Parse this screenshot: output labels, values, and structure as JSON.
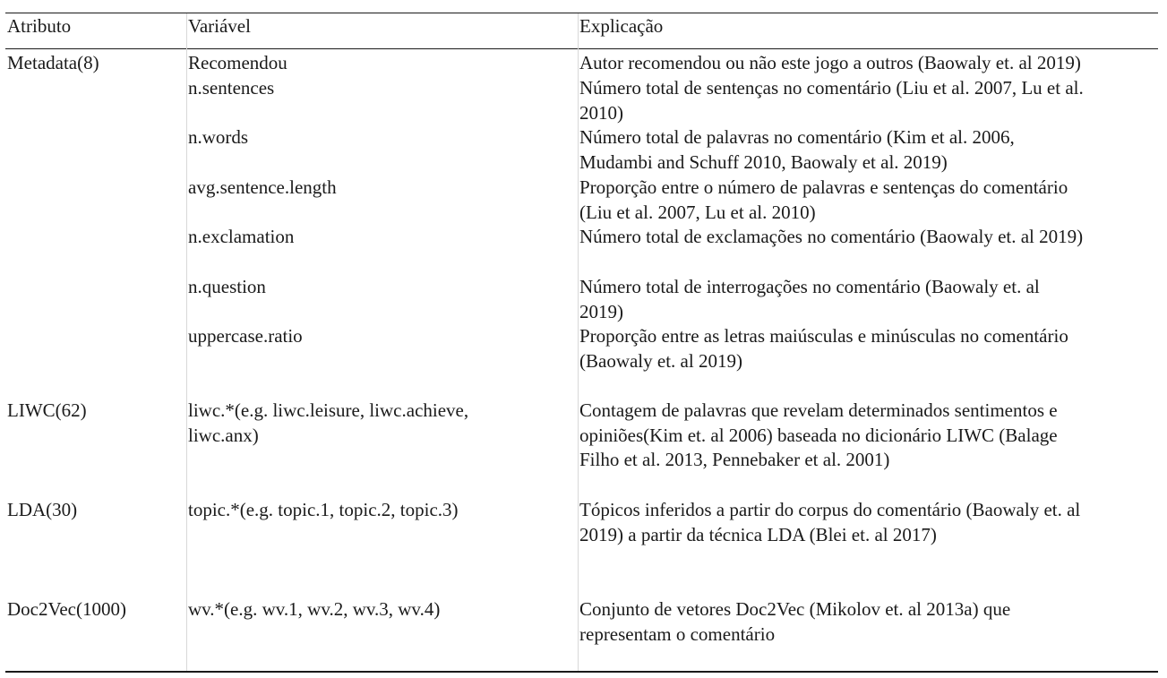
{
  "header": {
    "col1": "Atributo",
    "col2": "Variável",
    "col3": "Explicação"
  },
  "groups": [
    {
      "attribute": "Metadata(8)",
      "rows": [
        {
          "variable": "Recomendou",
          "explanation_lines": [
            "Autor recomendou ou não este jogo a outros (Baowaly et. al 2019)"
          ]
        },
        {
          "variable": "n.sentences",
          "explanation_lines": [
            "Número total de sentenças no comentário (Liu et al. 2007, Lu et al.",
            "2010)"
          ]
        },
        {
          "variable": "n.words",
          "explanation_lines": [
            "Número total de palavras no comentário (Kim et al. 2006,",
            "Mudambi and Schuff 2010, Baowaly et al. 2019)"
          ]
        },
        {
          "variable": "avg.sentence.length",
          "explanation_lines": [
            "Proporção entre o número de palavras e sentenças do comentário",
            "(Liu et al. 2007, Lu et al. 2010)"
          ]
        },
        {
          "variable": "n.exclamation",
          "explanation_lines": [
            "Número total de exclamações no comentário (Baowaly et. al 2019)"
          ]
        },
        {
          "variable": "n.question",
          "explanation_lines": [
            "Número total de interrogações no comentário (Baowaly et. al",
            "2019)"
          ]
        },
        {
          "variable": "uppercase.ratio",
          "explanation_lines": [
            "Proporção entre as letras maiúsculas e minúsculas no comentário",
            "(Baowaly et. al 2019)"
          ]
        }
      ]
    },
    {
      "attribute": "LIWC(62)",
      "rows": [
        {
          "variable_lines": [
            "liwc.*(e.g. liwc.leisure, liwc.achieve,",
            "liwc.anx)"
          ],
          "explanation_lines": [
            "Contagem de palavras que revelam determinados sentimentos e",
            "opiniões(Kim et. al 2006) baseada no dicionário LIWC (Balage",
            "Filho et al. 2013, Pennebaker et al. 2001)"
          ]
        }
      ]
    },
    {
      "attribute": "LDA(30)",
      "rows": [
        {
          "variable": "topic.*(e.g. topic.1, topic.2, topic.3)",
          "explanation_lines": [
            "Tópicos inferidos a partir do corpus do comentário (Baowaly et. al",
            "2019) a partir da técnica LDA (Blei et. al 2017)"
          ]
        }
      ]
    },
    {
      "attribute": "Doc2Vec(1000)",
      "rows": [
        {
          "variable": "wv.*(e.g. wv.1, wv.2, wv.3, wv.4)",
          "explanation_lines": [
            "Conjunto de vetores Doc2Vec (Mikolov et. al 2013a) que",
            "representam o comentário"
          ]
        }
      ]
    }
  ]
}
